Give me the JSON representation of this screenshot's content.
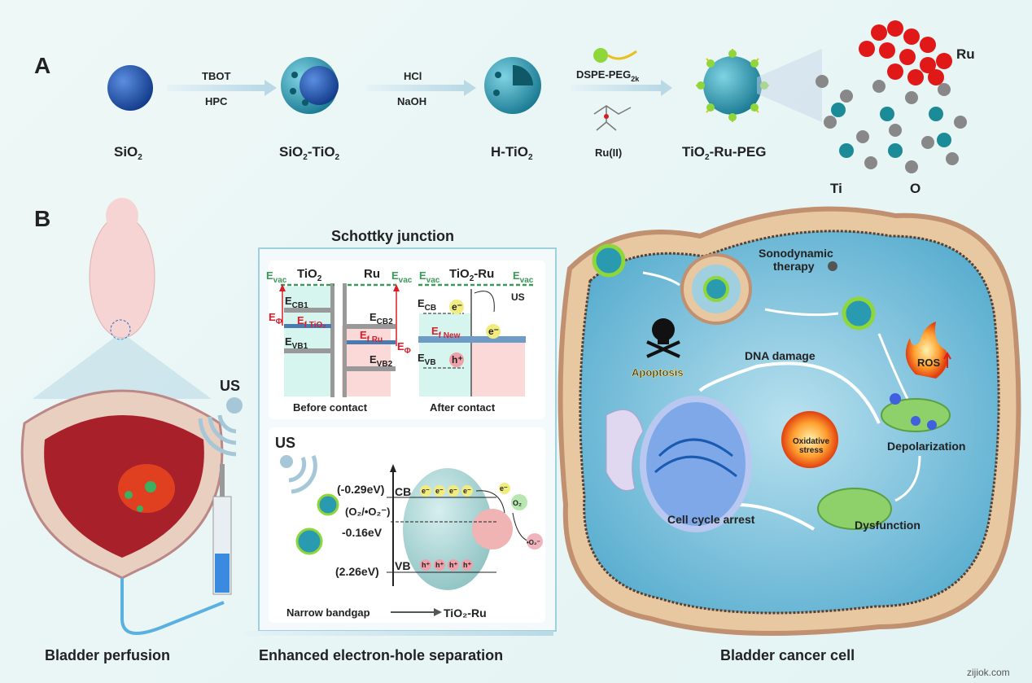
{
  "panel_a": {
    "label": "A",
    "steps": [
      {
        "name": "SiO",
        "sub": "2",
        "tail": ""
      },
      {
        "name": "SiO",
        "sub": "2",
        "tail": "-TiO",
        "sub2": "2"
      },
      {
        "name": "H-TiO",
        "sub": "2",
        "tail": ""
      },
      {
        "name": "TiO",
        "sub": "2",
        "tail": "-Ru-PEG"
      }
    ],
    "arrows": [
      {
        "top": "TBOT",
        "bottom": "HPC"
      },
      {
        "top": "HCl",
        "bottom": "NaOH"
      },
      {
        "top": "DSPE-PEG",
        "top_sub": "2k",
        "bottom": "Ru(II)"
      }
    ],
    "structure_labels": {
      "ru": "Ru",
      "ti": "Ti",
      "o": "O"
    }
  },
  "panel_b": {
    "label": "B",
    "left": {
      "us": "US",
      "caption": "Bladder perfusion"
    },
    "schottky": {
      "title": "Schottky junction",
      "evac": "E",
      "vac": "vac",
      "tio2": "TiO",
      "two": "2",
      "ru": "Ru",
      "tio2_ru": "-Ru",
      "ecb1": "CB1",
      "evb1": "VB1",
      "ecb2": "CB2",
      "evb2": "VB2",
      "ef_tio2": "f TiO₂",
      "ef_ru": "f Ru",
      "ef_new": "f New",
      "ephi": "Φ",
      "ecb": "CB",
      "evb": "VB",
      "e_minus": "e⁻",
      "h_plus": "h⁺",
      "us": "US",
      "before": "Before contact",
      "after": "After contact"
    },
    "band": {
      "us": "US",
      "cb_value": "(-0.29eV)",
      "cb": "CB",
      "redox": "(O₂/•O₂⁻)",
      "redox_value": "-0.16eV",
      "vb_value": "(2.26eV)",
      "vb": "VB",
      "e": "e⁻",
      "h": "h⁺",
      "o2": "O₂",
      "o2_rad": "•O₂⁻",
      "footer_left": "Narrow bandgap",
      "footer_right": "TiO₂-Ru"
    },
    "middle_caption": "Enhanced electron-hole separation",
    "cell": {
      "sdt": "Sonodynamic",
      "sdt2": "therapy",
      "apoptosis": "Apoptosis",
      "dna": "DNA damage",
      "ros": "ROS",
      "oxidative": "Oxidative",
      "stress": "stress",
      "depolarization": "Depolarization",
      "dysfunction": "Dysfunction",
      "arrest": "Cell cycle arrest",
      "caption": "Bladder cancer cell"
    }
  },
  "watermark": "zijiok.com",
  "colors": {
    "tio2": "#2a8fa5",
    "ru": "#e0201c",
    "peg": "#f0c030",
    "red": "#d81e2a",
    "evac": "#3a9a5a",
    "cytoplasm": "#6db8d6"
  }
}
